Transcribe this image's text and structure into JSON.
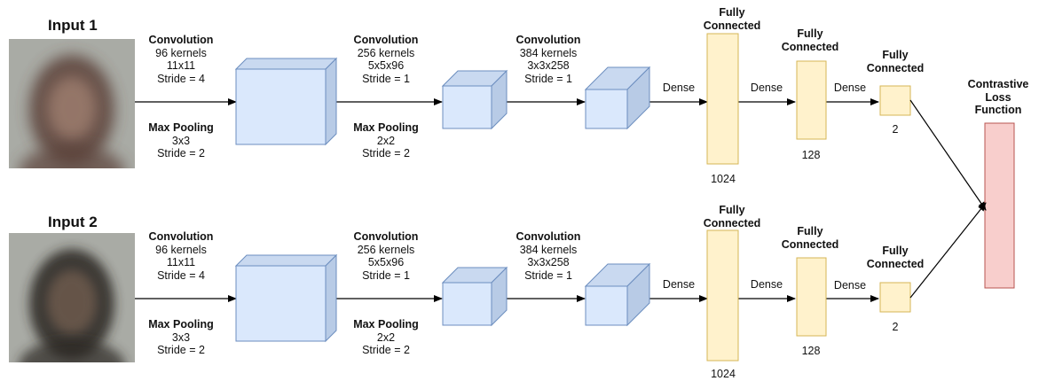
{
  "branches": [
    {
      "input_title": "Input 1",
      "conv1": {
        "title": "Convolution",
        "lines": [
          "96 kernels",
          "11x11",
          "Stride = 4"
        ]
      },
      "pool1": {
        "title": "Max Pooling",
        "lines": [
          "3x3",
          "Stride = 2"
        ]
      },
      "conv2": {
        "title": "Convolution",
        "lines": [
          "256 kernels",
          "5x5x96",
          "Stride = 1"
        ]
      },
      "pool2": {
        "title": "Max Pooling",
        "lines": [
          "2x2",
          "Stride = 2"
        ]
      },
      "conv3": {
        "title": "Convolution",
        "lines": [
          "384 kernels",
          "3x3x258",
          "Stride = 1"
        ]
      },
      "dense_labels": [
        "Dense",
        "Dense",
        "Dense"
      ],
      "fc_titles": [
        "Fully Connected",
        "Fully Connected",
        "Fully Connected"
      ],
      "fc_sizes": [
        "1024",
        "128",
        "2"
      ]
    },
    {
      "input_title": "Input 2",
      "conv1": {
        "title": "Convolution",
        "lines": [
          "96 kernels",
          "11x11",
          "Stride = 4"
        ]
      },
      "pool1": {
        "title": "Max Pooling",
        "lines": [
          "3x3",
          "Stride = 2"
        ]
      },
      "conv2": {
        "title": "Convolution",
        "lines": [
          "256 kernels",
          "5x5x96",
          "Stride = 1"
        ]
      },
      "pool2": {
        "title": "Max Pooling",
        "lines": [
          "2x2",
          "Stride = 2"
        ]
      },
      "conv3": {
        "title": "Convolution",
        "lines": [
          "384 kernels",
          "3x3x258",
          "Stride = 1"
        ]
      },
      "dense_labels": [
        "Dense",
        "Dense",
        "Dense"
      ],
      "fc_titles": [
        "Fully Connected",
        "Fully Connected",
        "Fully Connected"
      ],
      "fc_sizes": [
        "1024",
        "128",
        "2"
      ]
    }
  ],
  "loss": {
    "title_lines": [
      "Contrastive",
      "Loss",
      "Function"
    ]
  },
  "colors": {
    "cube_fill": "#dae8fc",
    "cube_top": "#c9d9f0",
    "cube_side": "#b8cbe6",
    "cube_stroke": "#6c8ebf",
    "fc_fill": "#fff2cc",
    "fc_stroke": "#d6b656",
    "loss_fill": "#f8cecc",
    "loss_stroke": "#b85450",
    "input1_hair": "#5a4038",
    "input1_face": "#9a7a6c",
    "input2_hair": "#2c2824",
    "input2_face": "#6a584c",
    "photo_bg": "#a9aba5"
  }
}
